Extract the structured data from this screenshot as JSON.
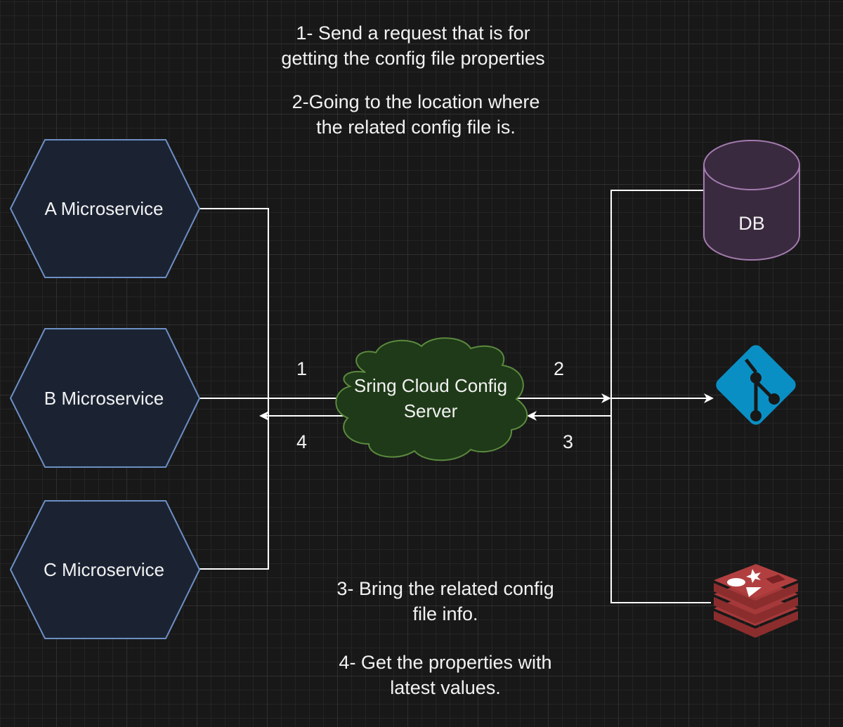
{
  "notes": {
    "top_line1": "1- Send  a request that is for",
    "top_line2": "getting the config file properties",
    "step2_line1": "2-Going to the location where",
    "step2_line2": "the related config file is.",
    "step3_line1": "3- Bring the related config",
    "step3_line2": "file info.",
    "step4_line1": "4- Get the properties with",
    "step4_line2": "latest values."
  },
  "microservices": [
    {
      "label": "A Microservice"
    },
    {
      "label": "B Microservice"
    },
    {
      "label": "C Microservice"
    }
  ],
  "server": {
    "line1": "Sring Cloud Config",
    "line2": "Server"
  },
  "storage": {
    "db_label": "DB",
    "git_icon": "git-icon",
    "redis_icon": "redis-icon"
  },
  "arrows": {
    "n1": "1",
    "n2": "2",
    "n3": "3",
    "n4": "4"
  },
  "colors": {
    "hex_fill": "#1b2333",
    "hex_stroke": "#6d8fc4",
    "cloud_fill": "#1f3a18",
    "cloud_stroke": "#5a8a3e",
    "db_fill": "#3a2a3f",
    "db_stroke": "#a47bb0",
    "git_blue": "#0a8fc4",
    "redis_red": "#a5393a"
  }
}
